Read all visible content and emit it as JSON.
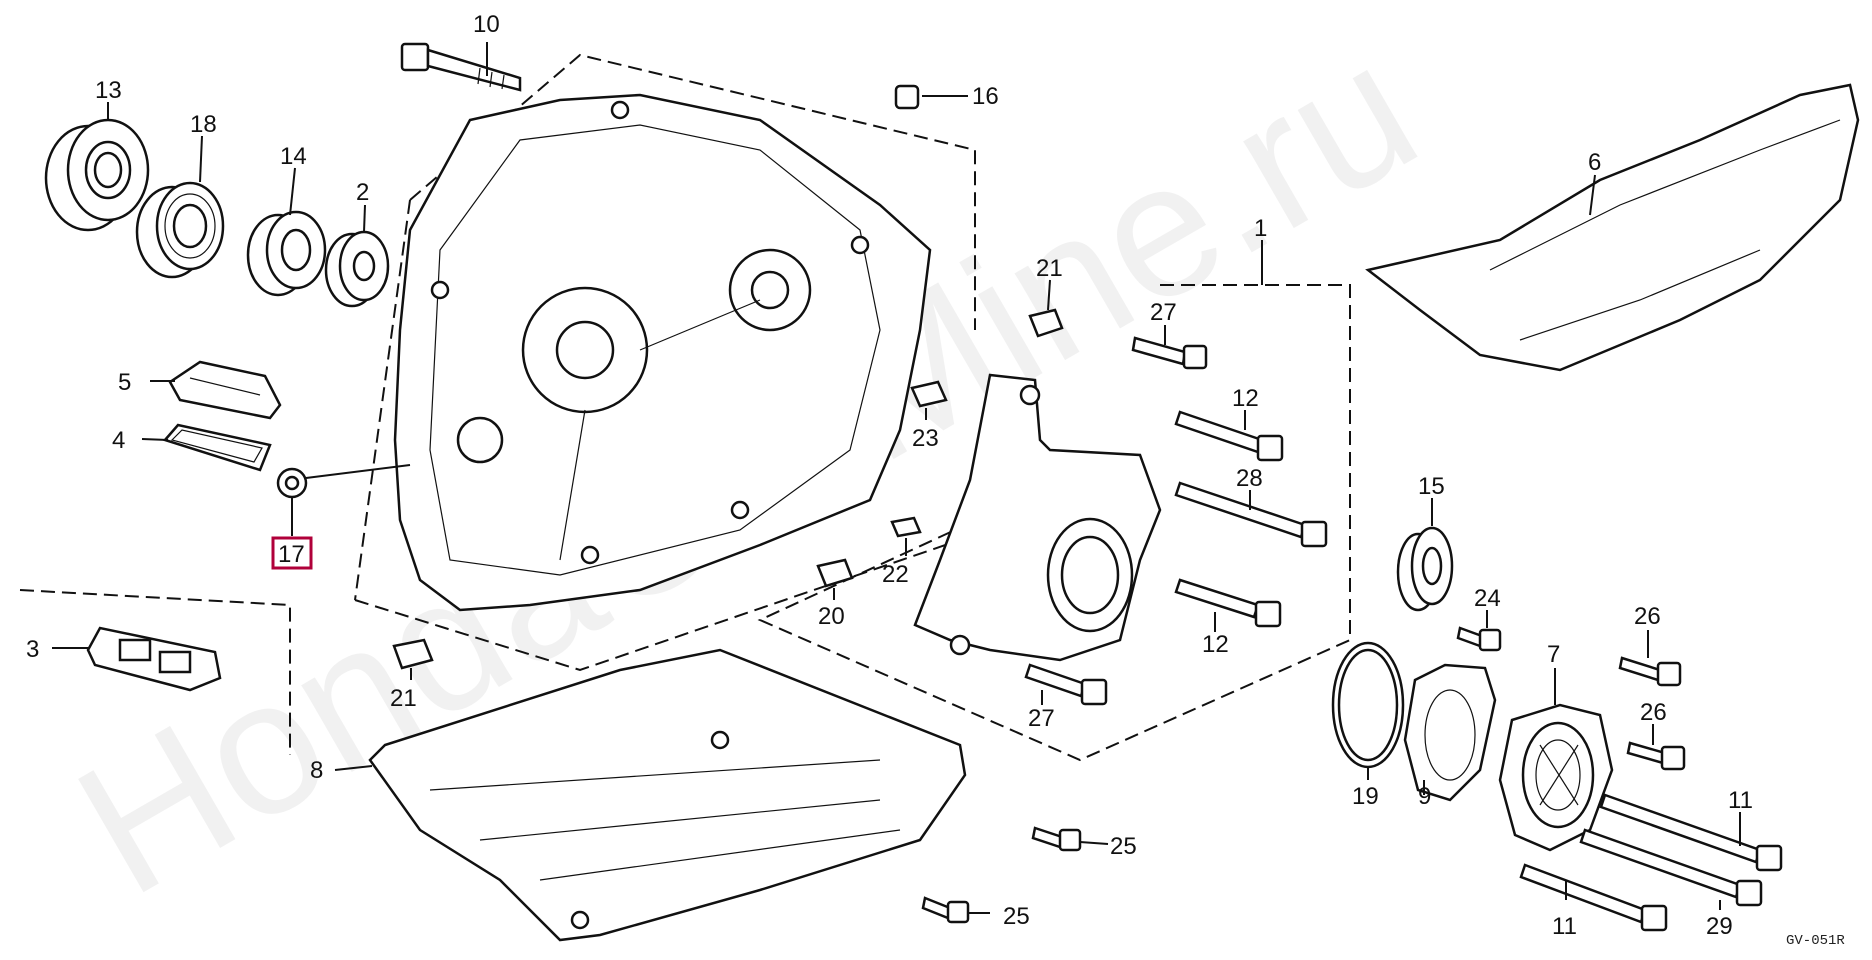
{
  "watermark": "HondaCarMine.ru",
  "diagram_code": "GV-051R",
  "highlighted_part": "17",
  "callouts": {
    "p1": "1",
    "p2": "2",
    "p3": "3",
    "p4": "4",
    "p5": "5",
    "p6": "6",
    "p7": "7",
    "p8": "8",
    "p9": "9",
    "p10": "10",
    "p11a": "11",
    "p11b": "11",
    "p12a": "12",
    "p12b": "12",
    "p13": "13",
    "p14": "14",
    "p15": "15",
    "p16": "16",
    "p17": "17",
    "p18": "18",
    "p19": "19",
    "p20": "20",
    "p21a": "21",
    "p21b": "21",
    "p22": "22",
    "p23": "23",
    "p24": "24",
    "p25a": "25",
    "p25b": "25",
    "p26a": "26",
    "p26b": "26",
    "p27a": "27",
    "p27b": "27",
    "p28": "28",
    "p29": "29"
  }
}
